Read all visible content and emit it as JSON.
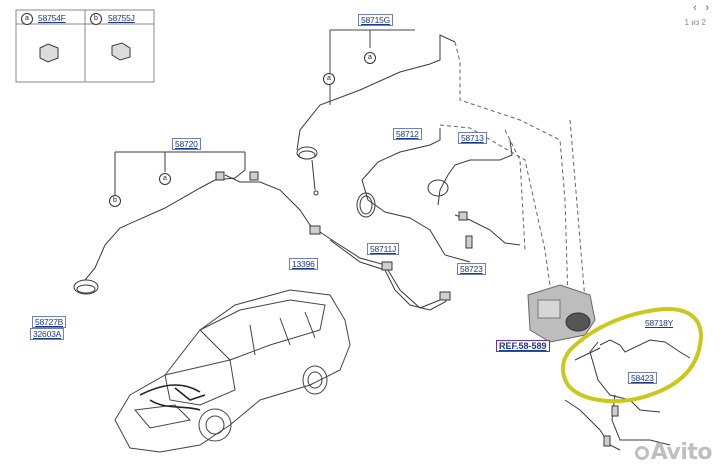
{
  "nav": {
    "prev_icon": "chevron-left-icon",
    "next_icon": "chevron-right-icon",
    "page_indicator": "1 из 2"
  },
  "legend": {
    "a_marker": "a",
    "a_part": "58754F",
    "b_marker": "b",
    "b_part": "58755J"
  },
  "parts": {
    "p58715G": "58715G",
    "p58720": "58720",
    "p58712": "58712",
    "p58713": "58713",
    "p58711J": "58711J",
    "p13396": "13396",
    "p58723": "58723",
    "p58727B": "58727B",
    "p32603A": "32603A",
    "p58718Y": "58718Y",
    "p58423": "58423"
  },
  "ref": "REF.58-589",
  "markers": {
    "a": "a",
    "b": "b"
  },
  "highlight_color": "#c9c91c",
  "watermark": "Avito"
}
